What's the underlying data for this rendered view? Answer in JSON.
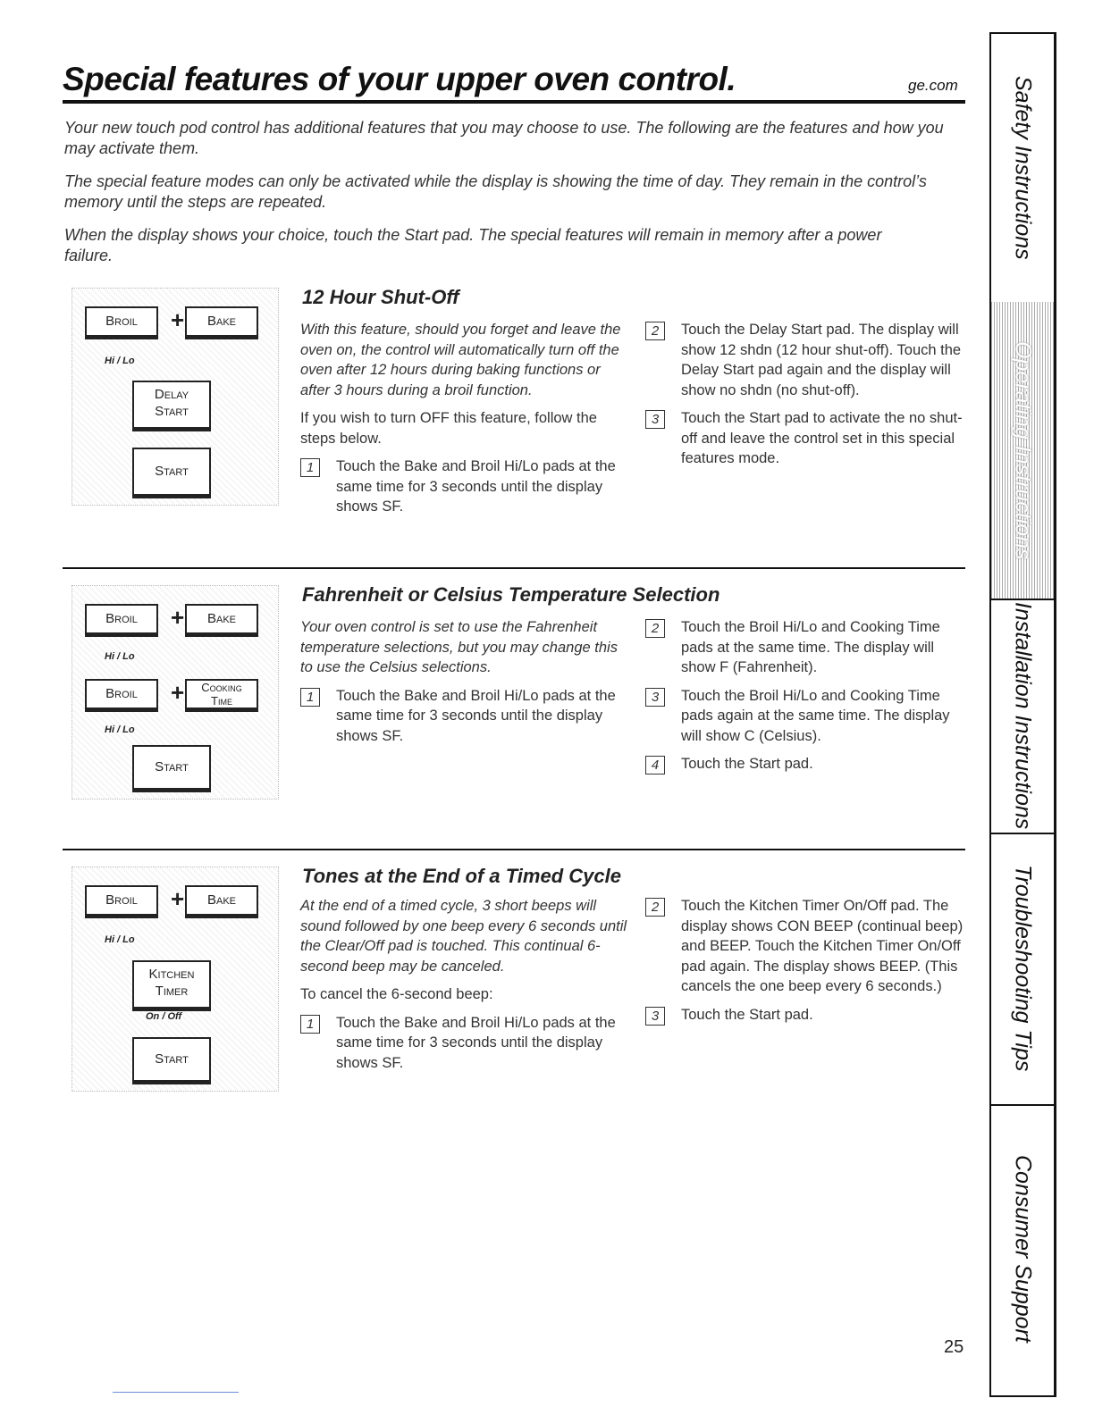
{
  "header": {
    "title": "Special features of your upper oven control.",
    "site": "ge.com"
  },
  "intro": [
    "Your new touch pod control has additional features that you may choose to use. The following are the features and how you may activate them.",
    "The special feature modes can only be activated while the display is showing the time of day. They remain in the control’s memory until the steps are repeated.",
    "When the display shows your choice, touch the Start pad. The special features will remain in memory after a power failure."
  ],
  "pads": {
    "broil": "Broil",
    "bake": "Bake",
    "hilo": "Hi / Lo",
    "delay": "Delay",
    "start_word": "Start",
    "start": "Start",
    "cooking": "Cooking",
    "time": "Time",
    "kitchen": "Kitchen",
    "timer": "Timer",
    "onoff": "On / Off",
    "plus": "+"
  },
  "sections": [
    {
      "title": "12 Hour Shut-Off",
      "desc": "With this feature, should you forget and leave the oven on, the control will automatically turn off the oven after 12 hours during baking functions or after 3 hours during a broil function.",
      "note": "If you wish to turn OFF this feature, follow the steps below.",
      "steps": [
        {
          "num": "1",
          "text": "Touch the Bake and Broil Hi/Lo pads at the same time for 3 seconds until the display shows SF."
        },
        {
          "num": "2",
          "text": "Touch the Delay Start pad. The display will show 12 shdn (12 hour shut-off). Touch the Delay Start pad again and the display will show no shdn (no shut-off)."
        },
        {
          "num": "3",
          "text": "Touch the Start pad to activate the no shut-off and leave the control set in this special features mode."
        }
      ]
    },
    {
      "title": "Fahrenheit or Celsius Temperature Selection",
      "desc": "Your oven control is set to use the Fahrenheit temperature selections, but you may change this to use the Celsius selections.",
      "steps": [
        {
          "num": "1",
          "text": "Touch the Bake and Broil Hi/Lo pads at the same time for 3 seconds until the display shows SF."
        },
        {
          "num": "2",
          "text": "Touch the Broil Hi/Lo and Cooking Time pads at the same time. The display will show F (Fahrenheit)."
        },
        {
          "num": "3",
          "text": "Touch the Broil Hi/Lo and Cooking Time pads again at the same time. The display will show C (Celsius)."
        },
        {
          "num": "4",
          "text": "Touch the Start pad."
        }
      ]
    },
    {
      "title": "Tones at the End of a Timed Cycle",
      "desc": "At the end of a timed cycle, 3 short beeps will sound followed by one beep every 6 seconds until the Clear/Off pad is touched. This continual 6-second beep may be canceled.",
      "note": "To cancel the 6-second beep:",
      "steps": [
        {
          "num": "1",
          "text": "Touch the Bake and Broil Hi/Lo pads at the same time for 3 seconds until the display shows SF."
        },
        {
          "num": "2",
          "text": "Touch the Kitchen Timer On/Off pad. The display shows CON BEEP (continual beep) and BEEP. Touch the Kitchen Timer On/Off pad again. The display shows BEEP. (This cancels the one beep every 6 seconds.)"
        },
        {
          "num": "3",
          "text": "Touch the Start pad."
        }
      ]
    }
  ],
  "tabs": [
    "Safety Instructions",
    "Operating Instructions",
    "Installation Instructions",
    "Troubleshooting Tips",
    "Consumer Support"
  ],
  "page_number": "25"
}
